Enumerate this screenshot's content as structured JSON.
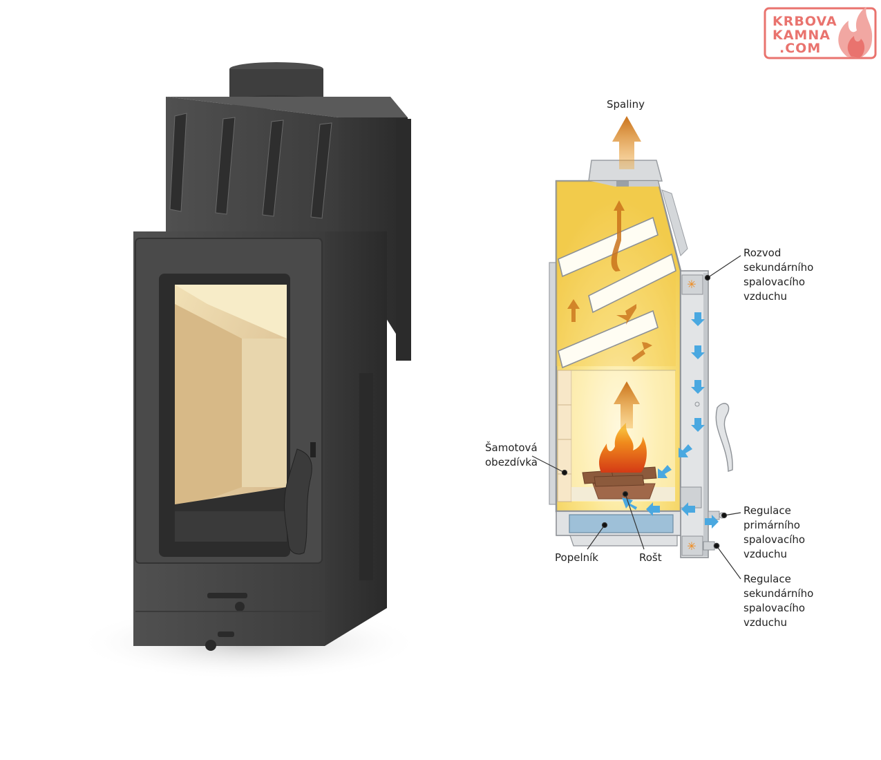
{
  "logo": {
    "line1": "KRBOVA",
    "line2": "KAMNA",
    "line3": ".COM",
    "color": "#e9736e"
  },
  "labels": {
    "spaliny": "Spaliny",
    "rozvod": [
      "Rozvod",
      "sekundárního",
      "spalovacího",
      "vzduchu"
    ],
    "samotova": [
      "Šamotová",
      "obezdívka"
    ],
    "regulace_prim": [
      "Regulace",
      "primárního",
      "spalovacího",
      "vzduchu"
    ],
    "regulace_sek": [
      "Regulace",
      "sekundárního",
      "spalovacího",
      "vzduchu"
    ],
    "popelnik": "Popelník",
    "rost": "Rošt"
  },
  "colors": {
    "stove_body": "#4a4a4a",
    "glass_interior": "#e2c99a",
    "chamber_yellow": "#f7d96a",
    "hot_arrow": "#d9861f",
    "air_arrow": "#4aa8e0",
    "frame_grey": "#c9ccd0"
  }
}
